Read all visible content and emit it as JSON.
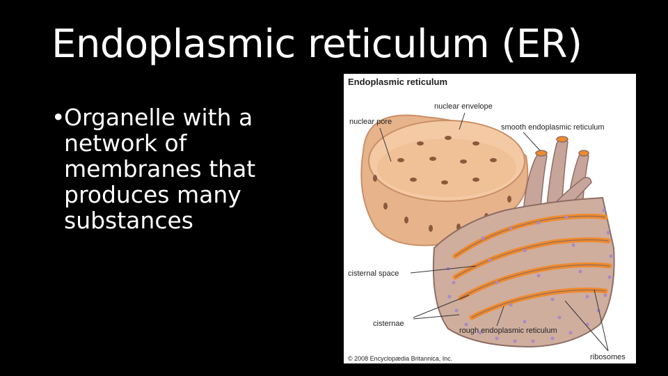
{
  "slide": {
    "title": "Endoplasmic reticulum (ER)",
    "bullets": [
      "Organelle with a network of membranes that produces many substances"
    ],
    "bullet_glyph": "•"
  },
  "figure": {
    "heading": "Endoplasmic reticulum",
    "labels": {
      "nuclear_envelope": "nuclear envelope",
      "nuclear_pore": "nuclear pore",
      "smooth_er": "smooth endoplasmic reticulum",
      "cisternal_space": "cisternal space",
      "cisternae": "cisternae",
      "rough_er": "rough endoplasmic reticulum",
      "ribosomes": "ribosomes"
    },
    "copyright": "© 2008 Encyclopædia Britannica, Inc.",
    "colors": {
      "envelope_outer": "#e8b58e",
      "envelope_inner": "#f3c9a3",
      "membrane": "#c9a89b",
      "lumen": "#f08a2c",
      "ribosome": "#a98ac8"
    }
  }
}
